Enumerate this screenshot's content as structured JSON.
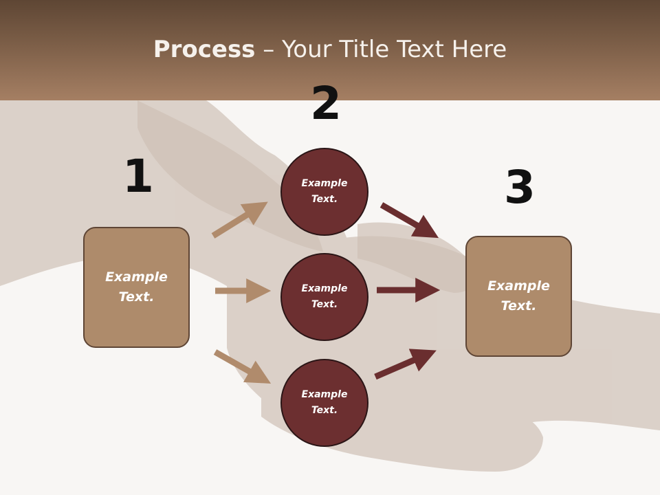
{
  "slide": {
    "title_bold": "Process",
    "title_rest": " – Your Title Text Here"
  },
  "steps": {
    "step1_number": "1",
    "step2_number": "2",
    "step3_number": "3"
  },
  "nodes": {
    "left_box": "Example\nText.",
    "circle_top": "Example\nText.",
    "circle_middle": "Example\nText.",
    "circle_bottom": "Example\nText.",
    "right_box": "Example\nText."
  },
  "colors": {
    "header_top": "#5e4634",
    "header_bottom": "#a57f63",
    "box_fill": "#ae8b6b",
    "circle_fill": "#6c2f30",
    "arrow_light": "#b08b6c",
    "arrow_dark": "#6a2e2f"
  }
}
